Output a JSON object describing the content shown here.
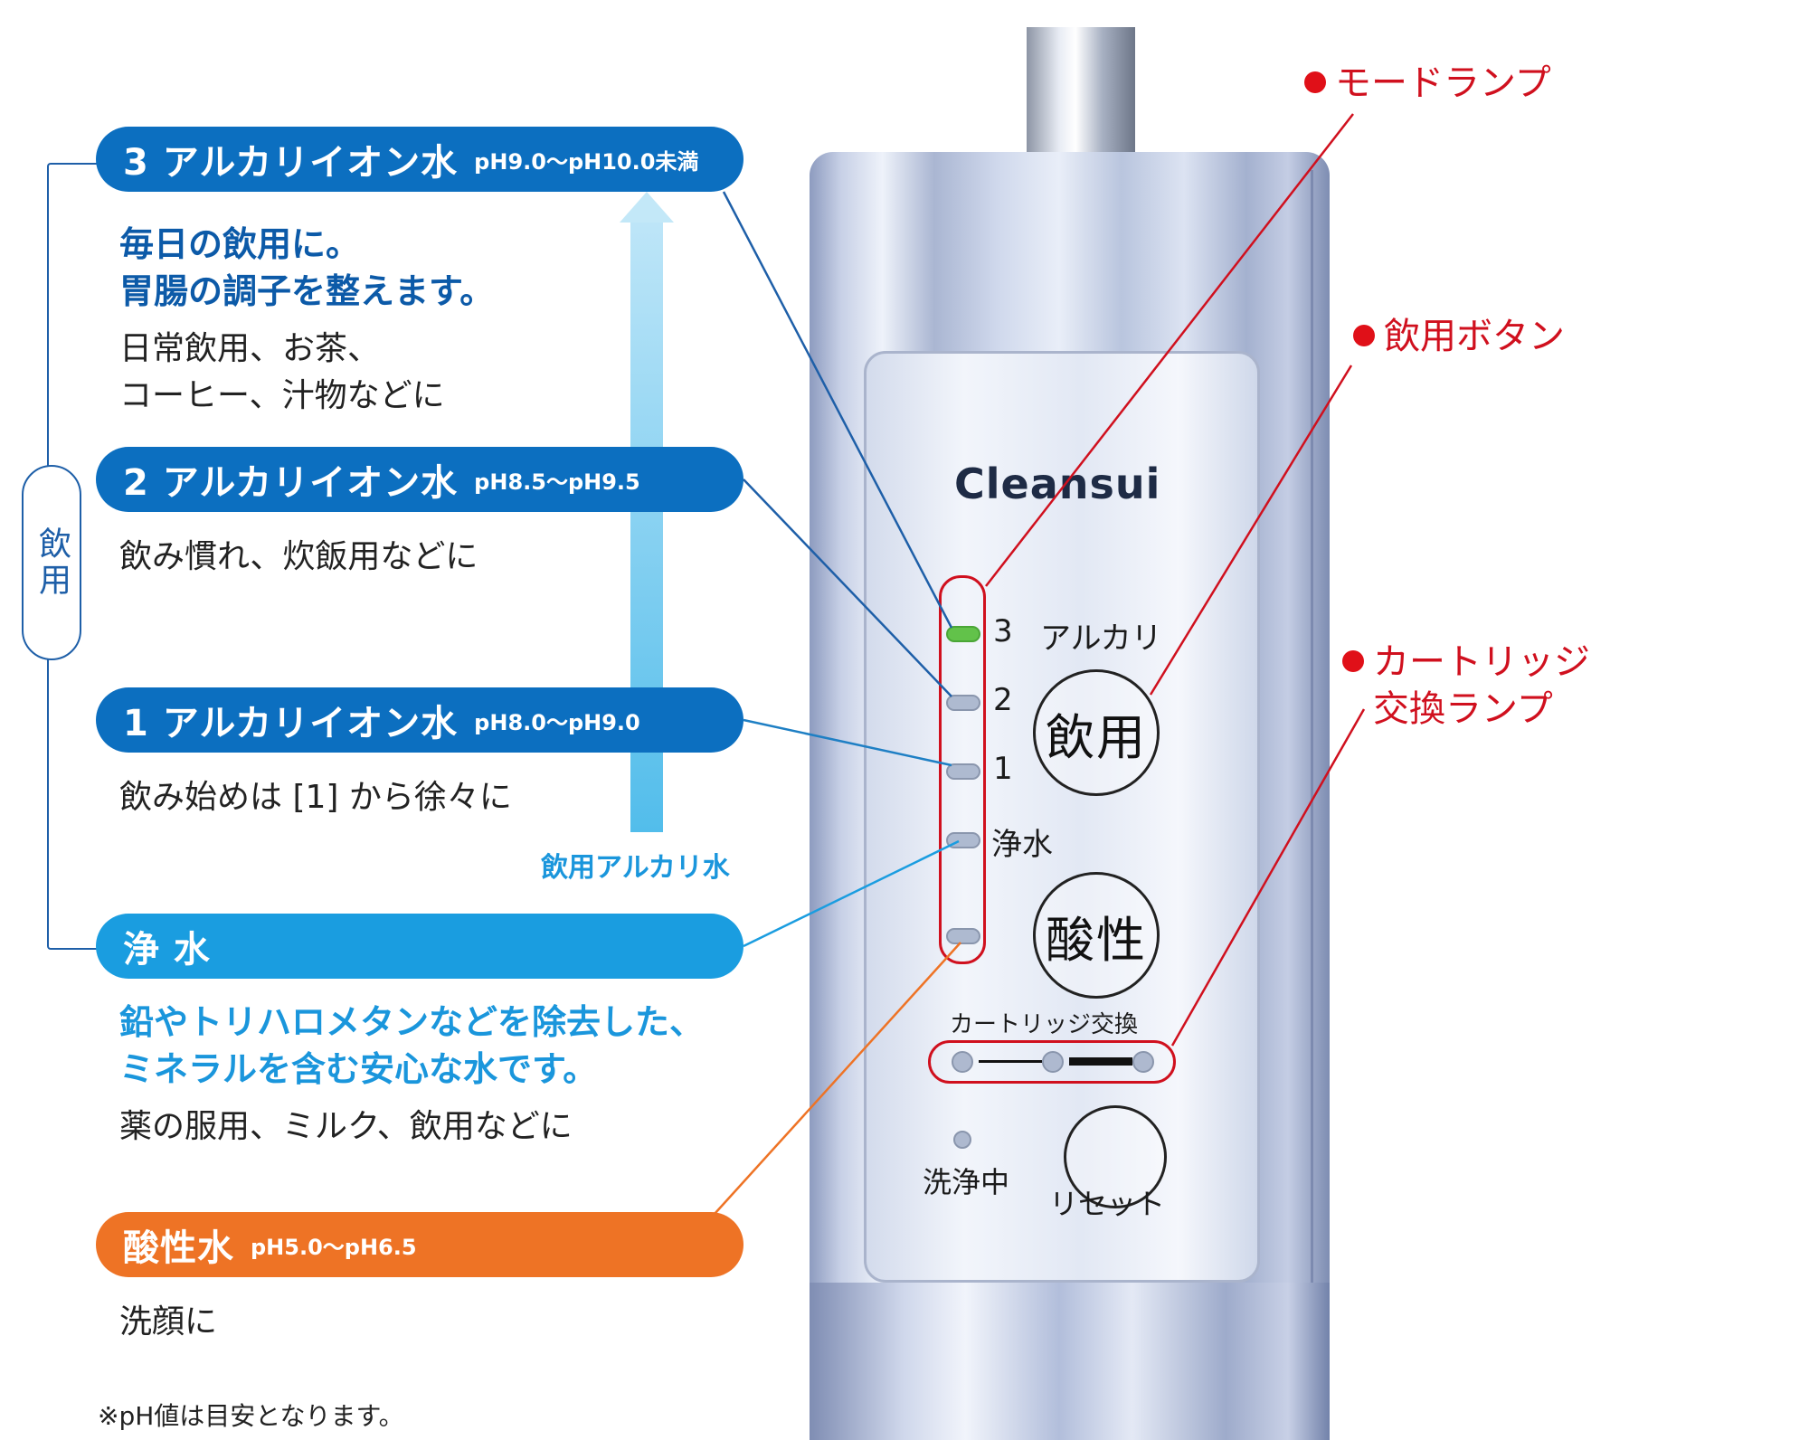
{
  "left": {
    "drink_bracket_label": "飲用",
    "modes": [
      {
        "main": "3 アルカリイオン水",
        "range": "pH9.0〜pH10.0未満",
        "headline": [
          "毎日の飲用に。",
          "胃腸の調子を整えます。"
        ],
        "body": [
          "日常飲用、お茶、",
          "コーヒー、汁物などに"
        ],
        "color": "#0c6fc0"
      },
      {
        "main": "2 アルカリイオン水",
        "range": "pH8.5〜pH9.5",
        "body": [
          "飲み慣れ、炊飯用などに"
        ],
        "color": "#0c6fc0"
      },
      {
        "main": "1 アルカリイオン水",
        "range": "pH8.0〜pH9.0",
        "body": [
          "飲み始めは [1] から徐々に"
        ],
        "color": "#0c6fc0"
      },
      {
        "main": "浄 水",
        "headline": [
          "鉛やトリハロメタンなどを除去した、",
          "ミネラルを含む安心な水です。"
        ],
        "body": [
          "薬の服用、ミルク、飲用などに"
        ],
        "color": "#1a9de0"
      },
      {
        "main": "酸性水",
        "range": "pH5.0〜pH6.5",
        "body": [
          "洗顔に"
        ],
        "color": "#ee7325"
      }
    ],
    "arrow_label": "飲用アルカリ水",
    "note": "※pH値は目安となります。"
  },
  "device": {
    "brand": "Cleansui",
    "led_labels": [
      "3",
      "アルカリ",
      "2",
      "1",
      "浄水"
    ],
    "drink_button": "飲用",
    "acid_button": "酸性",
    "cartridge_label": "カートリッジ交換",
    "washing_label": "洗浄中",
    "reset_label": "リセット"
  },
  "callouts": {
    "mode_lamp": "モードランプ",
    "drink_button": "飲用ボタン",
    "cartridge_lamp_line1": "カートリッジ",
    "cartridge_lamp_line2": "交換ランプ"
  },
  "colors": {
    "callout_red": "#d0101e",
    "alkaline_blue": "#0c6fc0",
    "purified_cyan": "#1a9de0",
    "acid_orange": "#ee7325",
    "active_led_green": "#62c24a"
  }
}
